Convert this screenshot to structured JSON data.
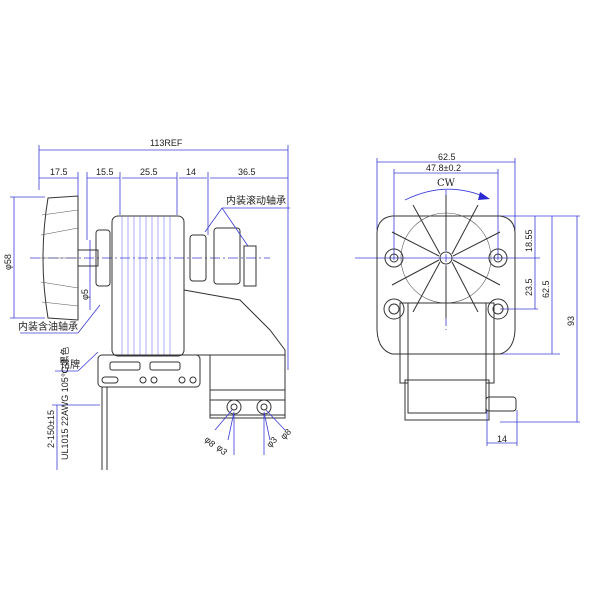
{
  "side_view": {
    "overall": "113REF",
    "segments": [
      "17.5",
      "15.5",
      "25.5",
      "14",
      "36.5"
    ],
    "fan_dia": "φ58",
    "shaft_dia": "φ5",
    "label_rolling_bearing": "内装滚动轴承",
    "label_oil_bearing": "内装含油轴承",
    "label_nameplate": "铭牌",
    "lead_length": "2-150±15",
    "lead_spec": "UL1015 22AWG 105℃ 黑色",
    "terminal_dims": [
      "φ8",
      "φ3",
      "φ3",
      "φ8"
    ]
  },
  "front_view": {
    "width": "62.5",
    "hole_spacing": "47.8±0.2",
    "rotation": "CW",
    "dims_vertical": [
      "18.55",
      "23.5",
      "62.5",
      "93"
    ],
    "tube_len": "14"
  },
  "colors": {
    "dimension": "#3b3bd6",
    "outline": "#333333"
  }
}
